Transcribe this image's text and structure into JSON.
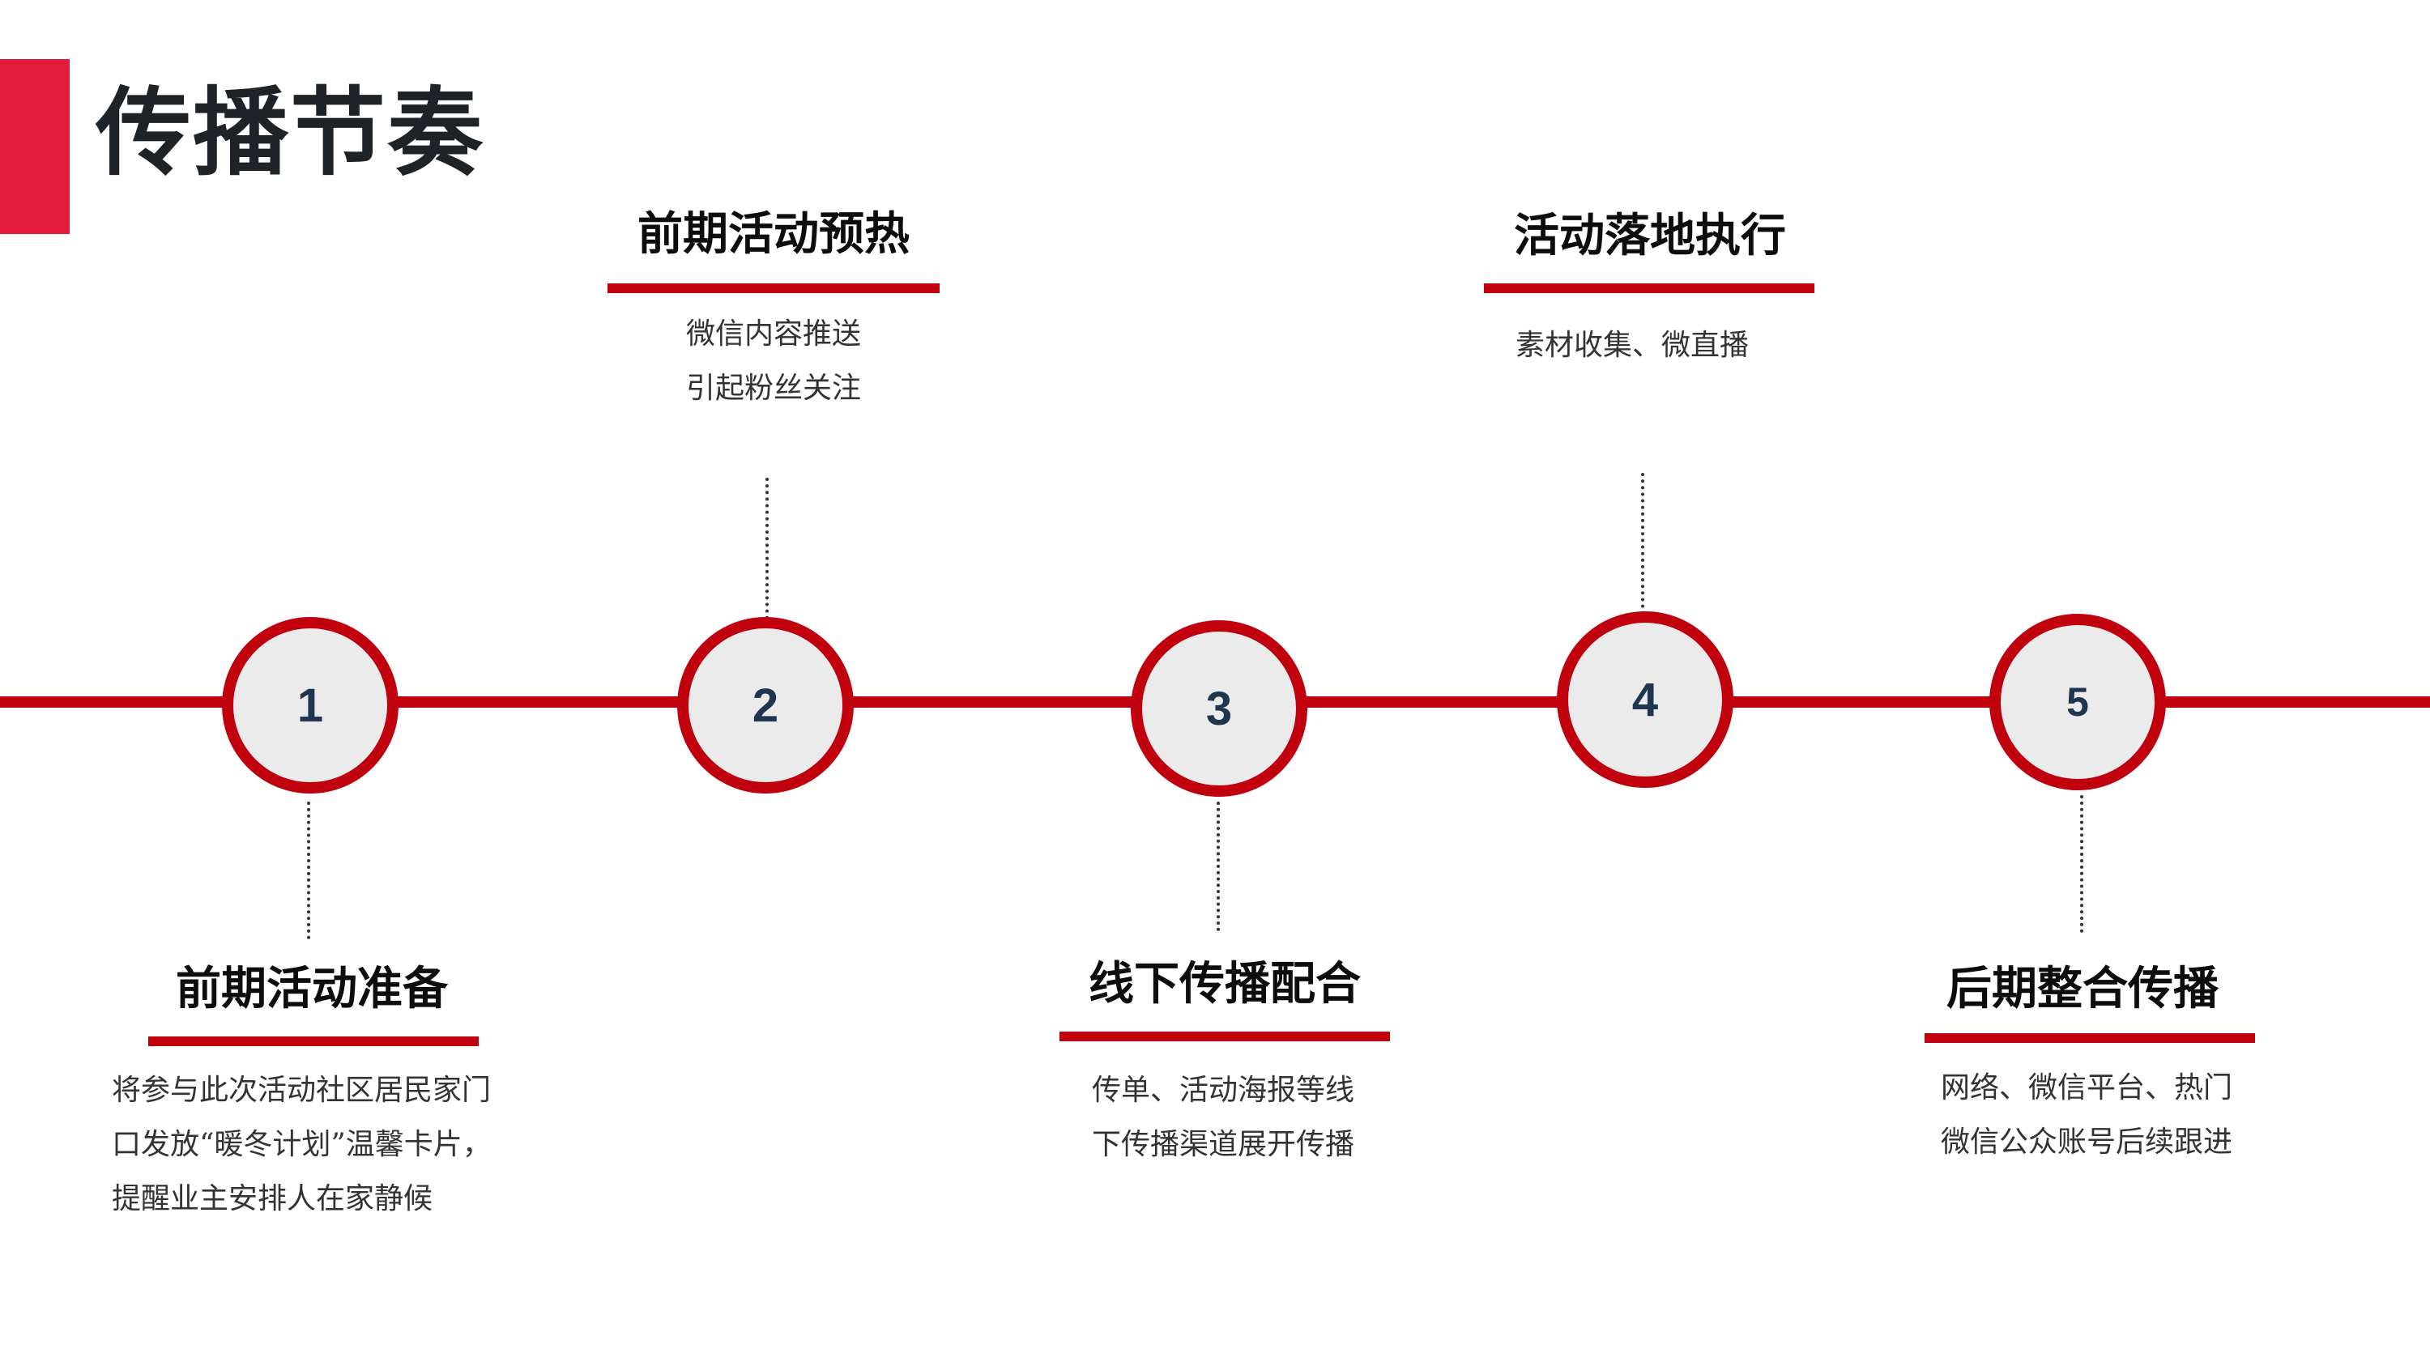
{
  "page": {
    "title": "传播节奏"
  },
  "colors": {
    "accent": "#e21a3b",
    "timeline": "#c0000d",
    "node_fill": "#ebebeb",
    "number": "#1f3550"
  },
  "stages": [
    {
      "number": "1",
      "title": "前期活动准备",
      "position": "below",
      "lines": [
        "将参与此次活动社区居民家门",
        "口发放“暖冬计划”温馨卡片，",
        "提醒业主安排人在家静候"
      ]
    },
    {
      "number": "2",
      "title": "前期活动预热",
      "position": "above",
      "lines": [
        "微信内容推送",
        "引起粉丝关注"
      ]
    },
    {
      "number": "3",
      "title": "线下传播配合",
      "position": "below",
      "lines": [
        "传单、活动海报等线",
        "下传播渠道展开传播"
      ]
    },
    {
      "number": "4",
      "title": "活动落地执行",
      "position": "above",
      "lines": [
        "素材收集、微直播"
      ]
    },
    {
      "number": "5",
      "title": "后期整合传播",
      "position": "below",
      "lines": [
        "网络、微信平台、热门",
        "微信公众账号后续跟进"
      ]
    }
  ]
}
